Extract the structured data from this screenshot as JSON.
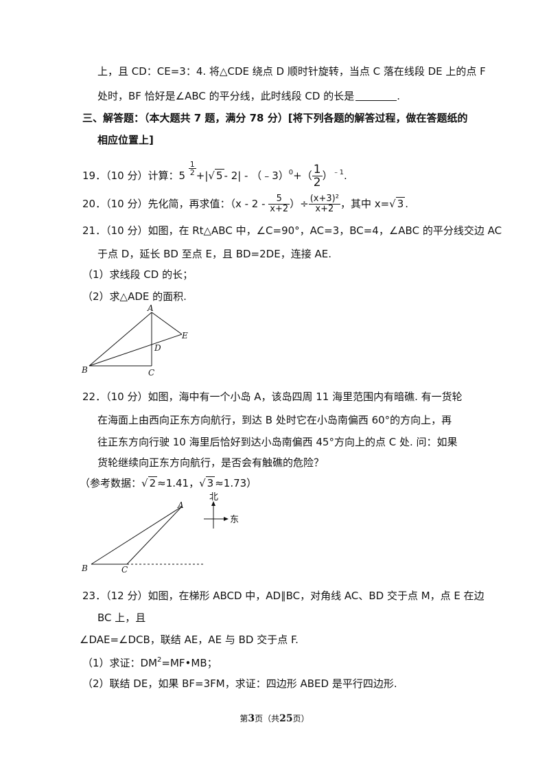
{
  "q18": {
    "line1": "上，且 CD：CE=3：4. 将△CDE 绕点 D 顺时针旋转，当点 C 落在线段 DE 上的点 F",
    "line2": "处时，BF 恰好是∠ABC 的平分线，此时线段 CD 的长是",
    "line2_end": "."
  },
  "section3": {
    "line1": "三、解答题：（本大题共 7 题，满分 78 分）[将下列各题的解答过程，做在答题纸的",
    "line2": "相应位置上]"
  },
  "q19": {
    "number": "19．",
    "score": "（10 分）计算：5",
    "exp_num": "1",
    "exp_den": "2",
    "mid1": "+|",
    "sqrt_radicand": "5",
    "mid2": "- 2| - （﹣3）",
    "zero_exp": "0",
    "mid3": "+（",
    "frac_num": "1",
    "frac_den": "2",
    "mid4": "）",
    "neg_exp": "﹣1",
    "end": "."
  },
  "q20": {
    "number": "20．",
    "score": "（10 分）先化简，再求值：（x - 2 -",
    "frac1_num": "5",
    "frac1_den": "x+2",
    "div": "）÷",
    "frac2_num": "(x+3)²",
    "frac2_den": "x+2",
    "tail": "，其中 x=",
    "sqrt_radicand": "3",
    "end": "."
  },
  "q21": {
    "line1": "21．（10 分）如图，在 Rt△ABC 中，∠C=90°，AC=3，BC=4，∠ABC 的平分线交边 AC",
    "line2": "于点 D，延长 BD 至点 E，且 BD=2DE，连接 AE.",
    "part1": "（1）求线段 CD 的长；",
    "part2": "（2）求△ADE 的面积.",
    "fig_labels": {
      "A": "A",
      "B": "B",
      "C": "C",
      "D": "D",
      "E": "E"
    }
  },
  "q22": {
    "line1": "22．（10 分）如图，海中有一个小岛 A，该岛四周 11 海里范围内有暗礁. 有一货轮",
    "line2": "在海面上由西向正东方向航行，到达 B 处时它在小岛南偏西 60°的方向上，再",
    "line3": "往正东方向行驶 10 海里后恰好到达小岛南偏西 45°方向上的点 C 处. 问：如果",
    "line4": "货轮继续向正东方向航行，是否会有触礁的危险？",
    "ref_prefix": "（参考数据：",
    "ref_sqrt2": "2",
    "ref_val1": "≈1.41，",
    "ref_sqrt3": "3",
    "ref_val2": "≈1.73）",
    "fig_labels": {
      "A": "A",
      "B": "B",
      "C": "C",
      "north": "北",
      "east": "东"
    }
  },
  "q23": {
    "line1": "23．（12 分）如图，在梯形 ABCD 中，AD∥BC，对角线 AC、BD 交于点 M，点 E 在边",
    "line2": "BC 上，且",
    "line3": "∠DAE=∠DCB，联结 AE，AE 与 BD 交于点 F.",
    "part1_prefix": "（1）求证：DM",
    "part1_sup": "2",
    "part1_suffix": "=MF•MB；",
    "part2": "（2）联结 DE，如果 BF=3FM，求证：四边形 ABED 是平行四边形."
  },
  "footer": {
    "prefix": "第",
    "page": "3",
    "mid": "页（共",
    "total": "25",
    "suffix": "页）"
  }
}
